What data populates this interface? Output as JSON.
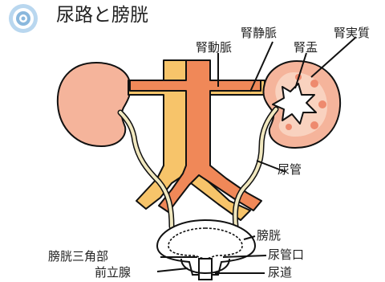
{
  "title": "尿路と膀胱",
  "labels": {
    "renal_vein": "腎静脈",
    "renal_cortex": "腎実質",
    "renal_artery": "腎動脈",
    "renal_pelvis": "腎盂",
    "ureter": "尿管",
    "bladder": "膀胱",
    "trigone": "膀胱三角部",
    "ureteral_orifice": "尿管口",
    "prostate": "前立腺",
    "urethra": "尿道"
  },
  "colors": {
    "kidney_fill": "#f5b49b",
    "kidney_inner": "#f9d2bf",
    "artery": "#f08858",
    "vein": "#f7c46a",
    "ureter": "#f1e8bf",
    "outline": "#111111",
    "icon": "#8ab8dd"
  }
}
